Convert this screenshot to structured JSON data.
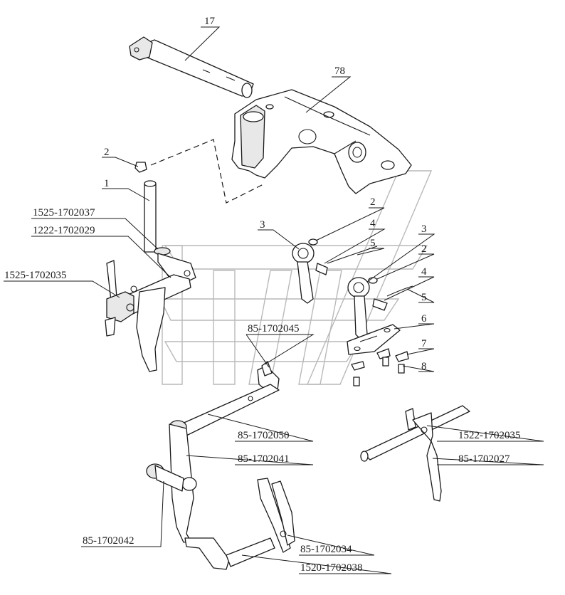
{
  "callouts": {
    "c17": "17",
    "c78": "78",
    "c2a": "2",
    "c1": "1",
    "c1525_1702037": "1525-1702037",
    "c1222_1702029": "1222-1702029",
    "c1525_1702035": "1525-1702035",
    "c2b": "2",
    "c3a": "3",
    "c4a": "4",
    "c5a": "5",
    "c3b": "3",
    "c2c": "2",
    "c4b": "4",
    "c5b": "5",
    "c6": "6",
    "c7": "7",
    "c8": "8",
    "c85_1702045": "85-1702045",
    "c85_1702050": "85-1702050",
    "c85_1702041": "85-1702041",
    "c1522_1702035": "1522-1702035",
    "c85_1702027": "85-1702027",
    "c85_1702042": "85-1702042",
    "c85_1702034": "85-1702034",
    "c1520_1702038": "1520-1702038"
  },
  "colors": {
    "line": "#1a1a1a",
    "watermark": "#b9b9b9",
    "fill": "#ffffff"
  },
  "icons": {
    "watermark": "stylized-f-logo-watermark"
  }
}
